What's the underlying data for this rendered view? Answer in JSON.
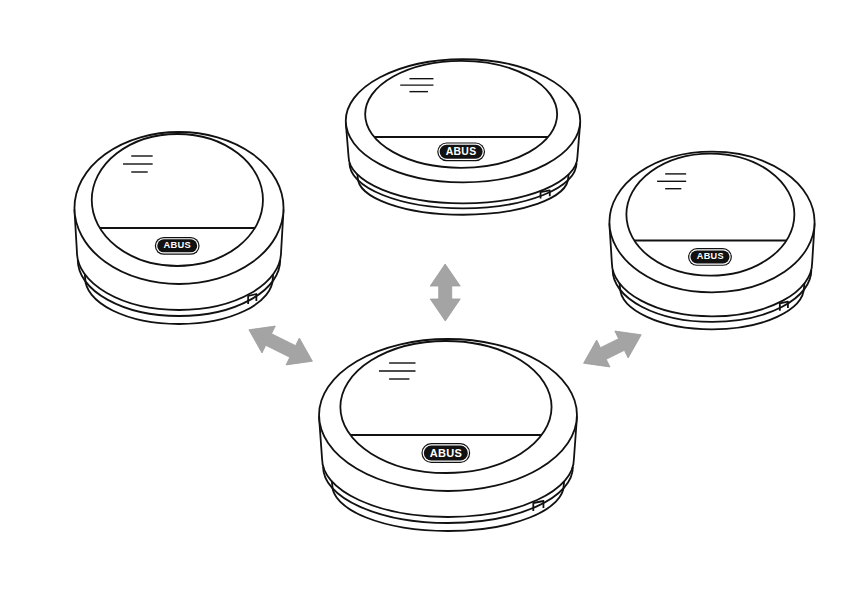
{
  "diagram": {
    "nodes": [
      {
        "text": [
          "ABUS"
        ]
      },
      {
        "text": [
          "ABUS"
        ]
      },
      {
        "text": [
          "ABUS"
        ]
      },
      {
        "text": [
          "ABUS"
        ]
      }
    ],
    "edges": [
      {
        "from": 3,
        "to": 0,
        "arrow": "both"
      },
      {
        "from": 3,
        "to": 1,
        "arrow": "both"
      },
      {
        "from": 3,
        "to": 2,
        "arrow": "both"
      }
    ]
  }
}
